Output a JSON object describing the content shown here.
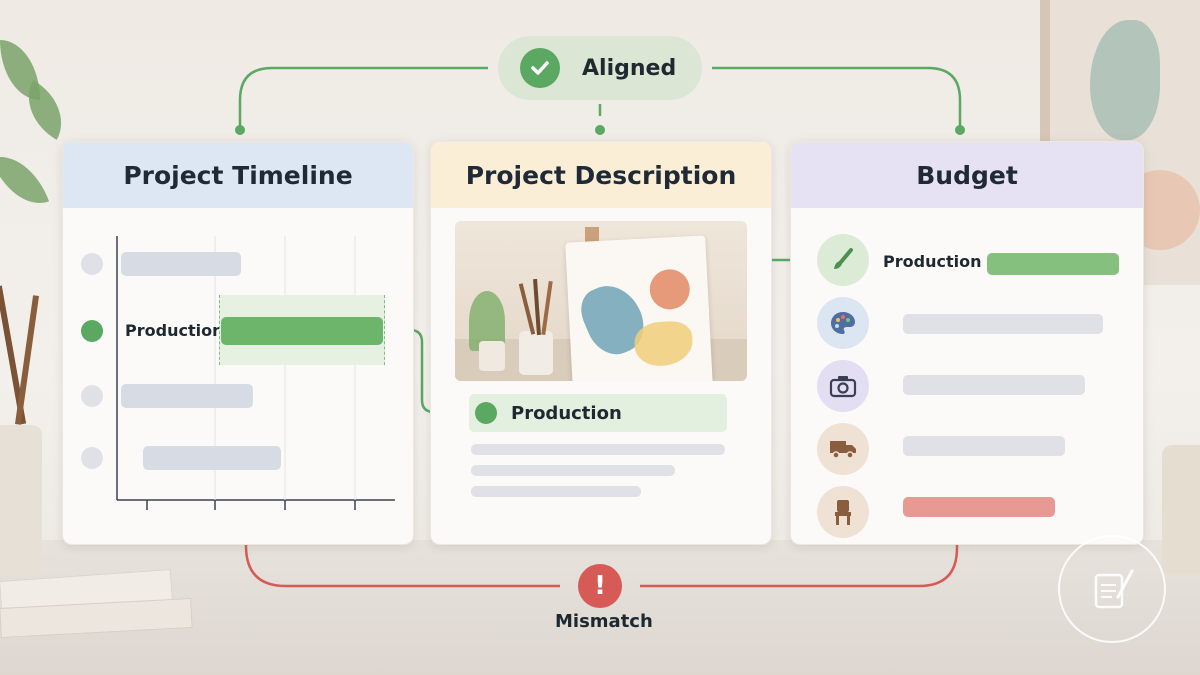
{
  "header": {
    "status_label": "Aligned"
  },
  "cards": {
    "timeline": {
      "title": "Project Timeline",
      "highlighted_label": "Production"
    },
    "description": {
      "title": "Project Description",
      "highlighted_label": "Production"
    },
    "budget": {
      "title": "Budget",
      "highlighted_label": "Production"
    }
  },
  "footer": {
    "mismatch_label": "Mismatch",
    "mismatch_symbol": "!"
  },
  "colors": {
    "aligned_green": "#5aa862",
    "mismatch_red": "#d65a55",
    "timeline_header": "#dce7f3",
    "description_header": "#faeed6",
    "budget_header": "#e6e1f3"
  },
  "icons": [
    "check-icon",
    "paintbrush-icon",
    "palette-icon",
    "camera-icon",
    "truck-icon",
    "chair-icon",
    "alert-icon"
  ]
}
